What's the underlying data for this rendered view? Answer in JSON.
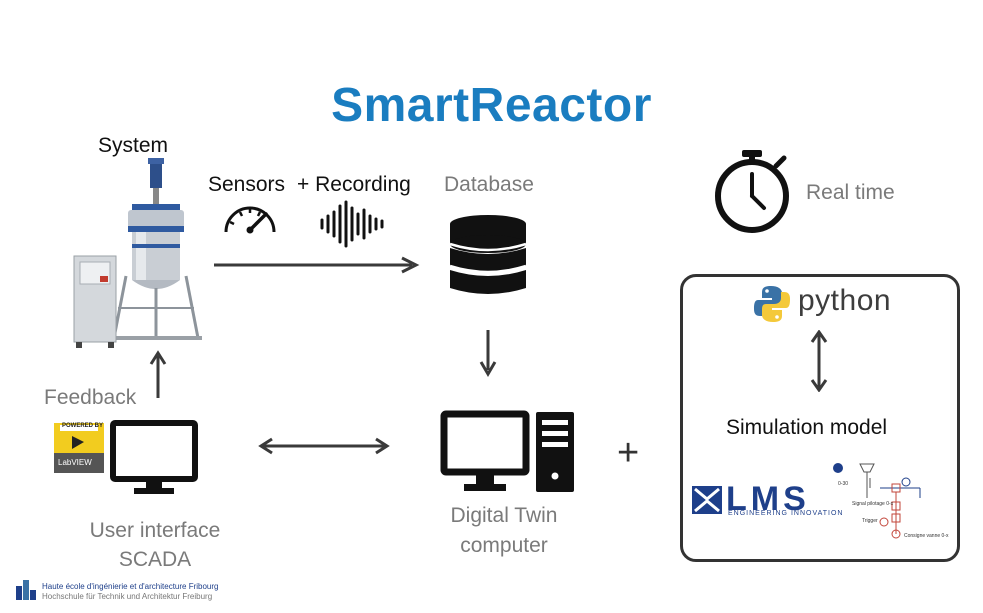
{
  "title": "SmartReactor",
  "labels": {
    "system": "System",
    "sensors": "Sensors",
    "recording": "+ Recording",
    "database": "Database",
    "real_time": "Real time",
    "feedback": "Feedback",
    "ui_line1": "User interface",
    "ui_line2": "SCADA",
    "dt_line1": "Digital Twin",
    "dt_line2": "computer",
    "plus": "+",
    "simulation_model": "Simulation model"
  },
  "logos": {
    "python": "python",
    "lms": "LMS",
    "lms_sub": "ENGINEERING INNOVATION",
    "labview_top": "POWERED BY",
    "labview_bottom": "LabVIEW",
    "school_line1": "Haute école d'ingénierie et d'architecture Fribourg",
    "school_line2": "Hochschule für Technik und Architektur Freiburg"
  },
  "schematic": {
    "label_a": "0-30",
    "label_b": "Signal pilotage 0-x",
    "label_c": "Trigger",
    "label_d": "Consigne vanne 0-x"
  },
  "icons": [
    "reactor-image",
    "speedometer-icon",
    "soundwave-icon",
    "database-icon",
    "stopwatch-icon",
    "monitor-icon",
    "desktop-computer-icon",
    "python-logo-icon",
    "lms-logo-icon",
    "labview-badge-icon",
    "schematic-diagram"
  ],
  "colors": {
    "title": "#1a7dc0",
    "text": "#111111",
    "grey_text": "#7a7a7a",
    "arrow": "#3a3a3a",
    "python_blue": "#3a72a6",
    "python_yellow": "#f4c93a",
    "lms_blue": "#1e3f8a",
    "labview_yellow": "#f2cc1f"
  }
}
